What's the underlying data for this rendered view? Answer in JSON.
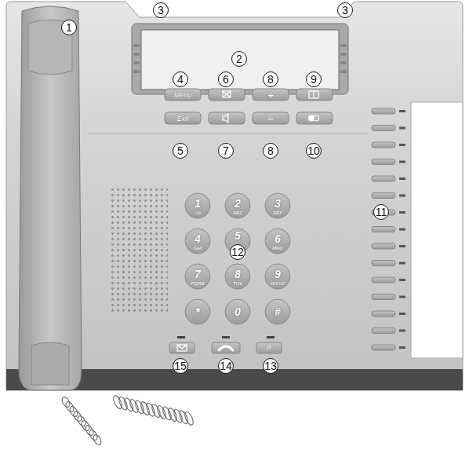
{
  "diagram": {
    "labels": [
      "1",
      "3",
      "2",
      "3",
      "4",
      "6",
      "8",
      "9",
      "5",
      "7",
      "8",
      "10",
      "11",
      "12",
      "15",
      "14",
      "13",
      "Menu",
      "Exit",
      "+",
      "−",
      "R",
      "1",
      "-/@",
      "2",
      "ABC",
      "3",
      "DEF",
      "4",
      "GHI",
      "5",
      "6",
      "MNO",
      "7",
      "PQRS",
      "8",
      "TUV",
      "9",
      "WXYZ",
      "*",
      "0",
      "#"
    ]
  }
}
